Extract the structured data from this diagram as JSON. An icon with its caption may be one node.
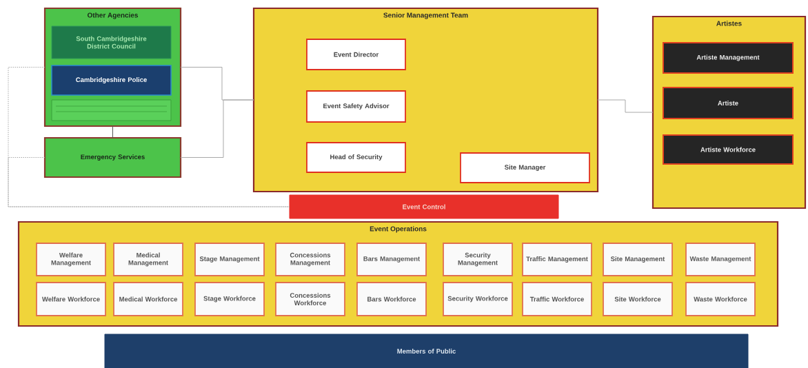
{
  "diagram": {
    "nodes": [
      {
        "text": [
          "Other Agencies"
        ]
      },
      {
        "text": [
          "South Cambridgeshire District Council"
        ],
        "in": 0
      },
      {
        "text": [
          "Cambridgeshire Police"
        ],
        "in": 0
      },
      {
        "text": [],
        "shape": "box",
        "in": 0
      },
      {
        "text": [
          "Emergency Services"
        ]
      },
      {
        "text": [
          "Senior Management Team"
        ]
      },
      {
        "text": [
          "Event Director"
        ],
        "in": 5
      },
      {
        "text": [
          "Event Safety Advisor"
        ],
        "in": 5
      },
      {
        "text": [
          "Head of Security"
        ],
        "in": 5
      },
      {
        "text": [
          "Site Manager"
        ],
        "in": 5
      },
      {
        "text": [
          "Event Control"
        ]
      },
      {
        "text": [
          "Artistes"
        ]
      },
      {
        "text": [
          "Artiste Management"
        ],
        "in": 11
      },
      {
        "text": [
          "Artiste"
        ],
        "in": 11
      },
      {
        "text": [
          "Artiste Workforce"
        ],
        "in": 11
      },
      {
        "text": [
          "Event Operations"
        ]
      },
      {
        "text": [
          "Welfare Management"
        ],
        "in": 15
      },
      {
        "text": [
          "Medical Management"
        ],
        "in": 15
      },
      {
        "text": [
          "Stage Management"
        ],
        "in": 15
      },
      {
        "text": [
          "Concessions Management"
        ],
        "in": 15
      },
      {
        "text": [
          "Bars Management"
        ],
        "in": 15
      },
      {
        "text": [
          "Security Management"
        ],
        "in": 15
      },
      {
        "text": [
          "Traffic Management"
        ],
        "in": 15
      },
      {
        "text": [
          "Site Management"
        ],
        "in": 15
      },
      {
        "text": [
          "Waste Management"
        ],
        "in": 15
      },
      {
        "text": [
          "Welfare Workforce"
        ],
        "in": 15
      },
      {
        "text": [
          "Medical Workforce"
        ],
        "in": 15
      },
      {
        "text": [
          "Stage Workforce"
        ],
        "in": 15
      },
      {
        "text": [
          "Concessions Workforce"
        ],
        "in": 15
      },
      {
        "text": [
          "Bars Workforce"
        ],
        "in": 15
      },
      {
        "text": [
          "Security Workforce"
        ],
        "in": 15
      },
      {
        "text": [
          "Traffic Workforce"
        ],
        "in": 15
      },
      {
        "text": [
          "Site Workforce"
        ],
        "in": 15
      },
      {
        "text": [
          "Waste Workforce"
        ],
        "in": 15
      },
      {
        "text": [
          "Members of Public"
        ]
      }
    ],
    "edges": [
      {
        "from": 0,
        "to": 4,
        "arrow": "none",
        "color": "#555555"
      },
      {
        "from": 0,
        "to": 5,
        "arrow": "none"
      },
      {
        "from": 4,
        "to": 5,
        "arrow": "none"
      },
      {
        "from": 11,
        "to": 5,
        "arrow": "none"
      },
      {
        "from": 0,
        "to": 10,
        "arrow": "none",
        "style": "dashed"
      },
      {
        "from": 4,
        "to": 10,
        "arrow": "none",
        "style": "dashed"
      }
    ]
  }
}
